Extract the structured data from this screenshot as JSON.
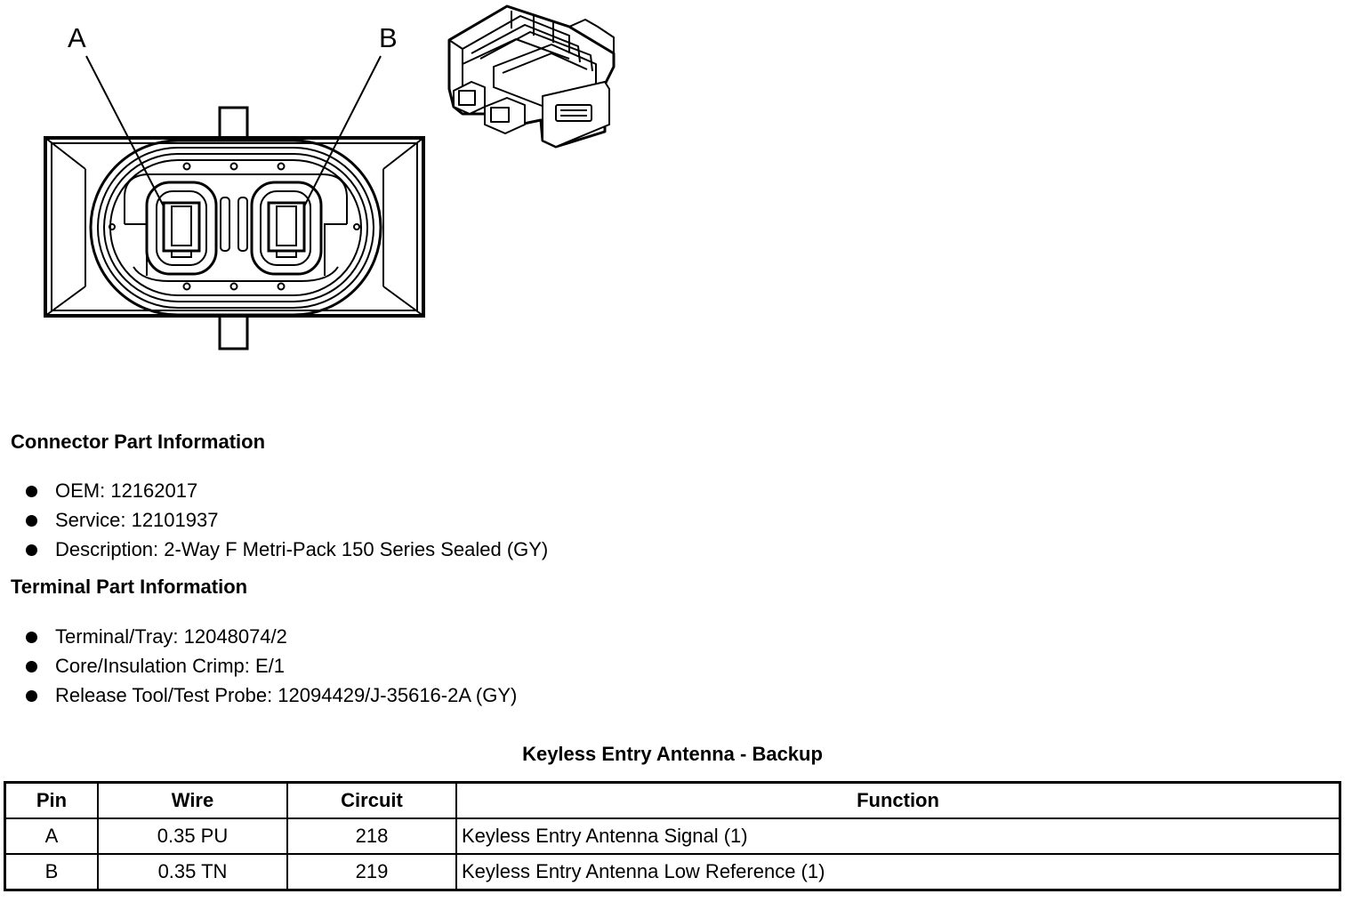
{
  "diagram": {
    "pin_labels": [
      "A",
      "B"
    ]
  },
  "connector_info": {
    "heading": "Connector Part Information",
    "items": [
      "OEM: 12162017",
      "Service: 12101937",
      "Description: 2-Way F Metri-Pack 150 Series Sealed (GY)"
    ]
  },
  "terminal_info": {
    "heading": "Terminal Part Information",
    "items": [
      "Terminal/Tray: 12048074/2",
      "Core/Insulation Crimp: E/1",
      "Release Tool/Test Probe: 12094429/J-35616-2A (GY)"
    ]
  },
  "table": {
    "title": "Keyless Entry Antenna - Backup",
    "headers": [
      "Pin",
      "Wire",
      "Circuit",
      "Function"
    ],
    "rows": [
      [
        "A",
        "0.35 PU",
        "218",
        "Keyless Entry Antenna Signal (1)"
      ],
      [
        "B",
        "0.35 TN",
        "219",
        "Keyless Entry Antenna Low Reference (1)"
      ]
    ]
  }
}
